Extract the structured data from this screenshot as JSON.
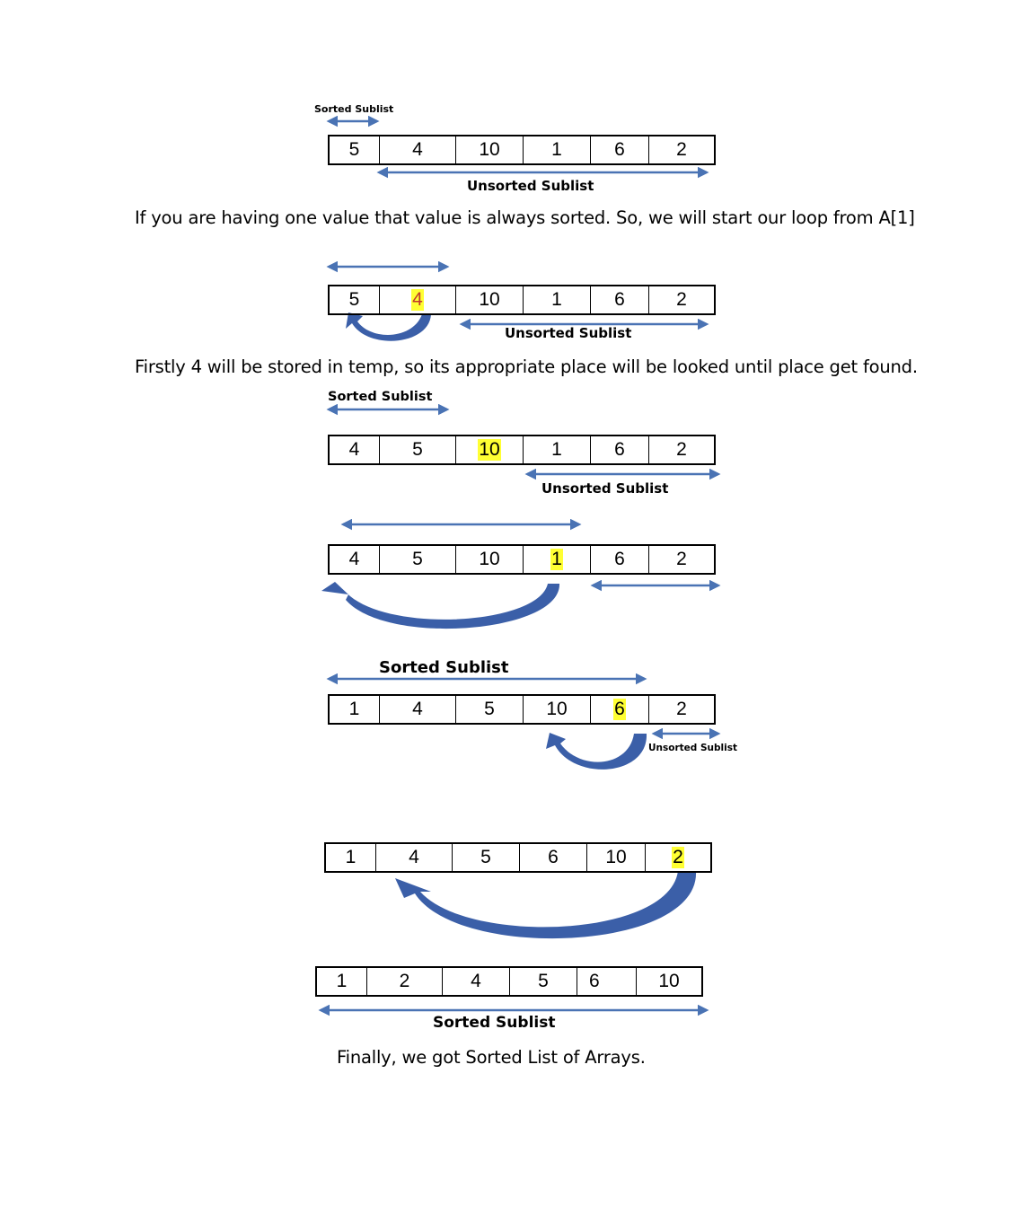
{
  "colors": {
    "arrow": "#4a73b4",
    "curved_arrow": "#3b5fa8",
    "highlight": "#ffff33",
    "red_text": "#c0392b"
  },
  "steps": [
    {
      "array": [
        "5",
        "4",
        "10",
        "1",
        "6",
        "2"
      ],
      "highlight_index": null,
      "sorted_label": "Sorted Sublist",
      "unsorted_label": "Unsorted Sublist"
    },
    {
      "array": [
        "5",
        "4",
        "10",
        "1",
        "6",
        "2"
      ],
      "highlight_index": 1,
      "unsorted_label": "Unsorted Sublist"
    },
    {
      "array": [
        "4",
        "5",
        "10",
        "1",
        "6",
        "2"
      ],
      "highlight_index": 2,
      "sorted_label": "Sorted Sublist",
      "unsorted_label": "Unsorted Sublist"
    },
    {
      "array": [
        "4",
        "5",
        "10",
        "1",
        "6",
        "2"
      ],
      "highlight_index": 3
    },
    {
      "array": [
        "1",
        "4",
        "5",
        "10",
        "6",
        "2"
      ],
      "highlight_index": 4,
      "sorted_label": "Sorted Sublist",
      "unsorted_label": "Unsorted Sublist"
    },
    {
      "array": [
        "1",
        "4",
        "5",
        "6",
        "10",
        "2"
      ],
      "highlight_index": 5
    },
    {
      "array": [
        "1",
        "2",
        "4",
        "5",
        "6",
        "10"
      ],
      "highlight_index": null,
      "sorted_label": "Sorted Sublist"
    }
  ],
  "captions": {
    "intro": "If you are having one value that value is always sorted. So, we will start our loop from A[1]",
    "temp": "Firstly 4 will be stored in temp, so its appropriate place will be looked until place get found.",
    "final": "Finally, we got Sorted List of Arrays."
  }
}
